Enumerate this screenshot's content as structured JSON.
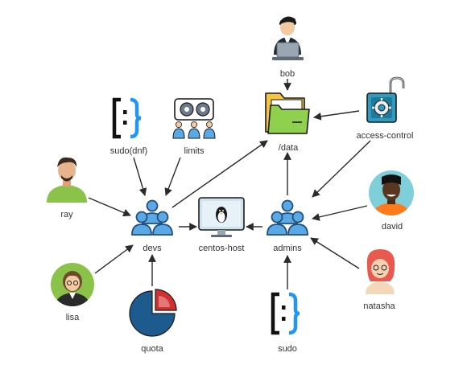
{
  "nodes": {
    "bob": {
      "label": "bob",
      "icon": "person-at-laptop-icon"
    },
    "data": {
      "label": "/data",
      "icon": "folder-icon"
    },
    "access_control": {
      "label": "access-control",
      "icon": "padlock-gear-icon"
    },
    "sudo_dnf": {
      "label": "sudo(dnf)",
      "icon": "bracket-logo-icon"
    },
    "limits": {
      "label": "limits",
      "icon": "gears-users-icon"
    },
    "ray": {
      "label": "ray",
      "icon": "person-avatar-icon"
    },
    "devs": {
      "label": "devs",
      "icon": "group-icon"
    },
    "centos_host": {
      "label": "centos-host",
      "icon": "monitor-penguin-icon"
    },
    "admins": {
      "label": "admins",
      "icon": "group-icon"
    },
    "david": {
      "label": "david",
      "icon": "person-avatar-icon"
    },
    "lisa": {
      "label": "lisa",
      "icon": "person-avatar-icon"
    },
    "natasha": {
      "label": "natasha",
      "icon": "person-avatar-icon"
    },
    "quota": {
      "label": "quota",
      "icon": "pie-chart-icon"
    },
    "sudo": {
      "label": "sudo",
      "icon": "bracket-logo-icon"
    }
  },
  "edges": [
    {
      "from": "bob",
      "to": "data"
    },
    {
      "from": "access_control",
      "to": "data"
    },
    {
      "from": "access_control",
      "to": "admins"
    },
    {
      "from": "sudo_dnf",
      "to": "devs"
    },
    {
      "from": "limits",
      "to": "devs"
    },
    {
      "from": "ray",
      "to": "devs"
    },
    {
      "from": "lisa",
      "to": "devs"
    },
    {
      "from": "quota",
      "to": "devs"
    },
    {
      "from": "devs",
      "to": "data"
    },
    {
      "from": "devs",
      "to": "centos_host"
    },
    {
      "from": "admins",
      "to": "data"
    },
    {
      "from": "admins",
      "to": "centos_host"
    },
    {
      "from": "david",
      "to": "admins"
    },
    {
      "from": "natasha",
      "to": "admins"
    },
    {
      "from": "sudo",
      "to": "admins"
    }
  ],
  "colors": {
    "arrow": "#2b2b2b",
    "group_blue": "#5aa9e6",
    "group_dark": "#1f4f7a",
    "folder_green": "#8fd14f",
    "folder_yellow": "#f4c542",
    "lock_teal": "#2e9bbf",
    "bracket_blue": "#2196f3",
    "pie_blue": "#1d5b8f",
    "pie_red": "#d32f2f"
  }
}
